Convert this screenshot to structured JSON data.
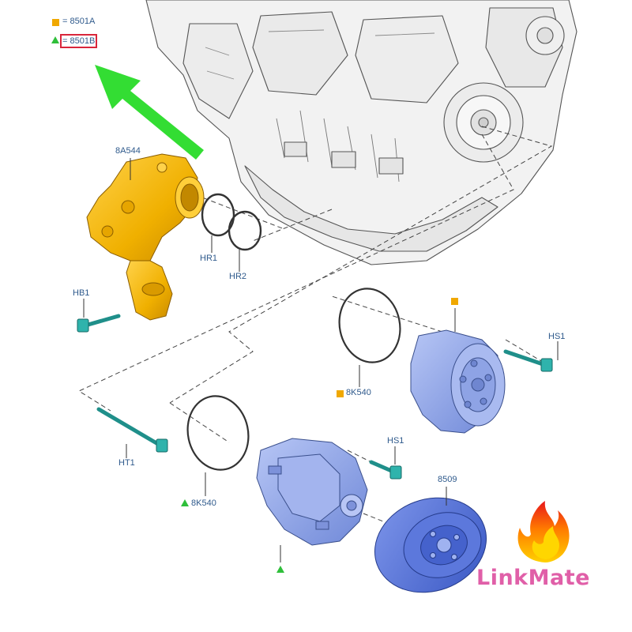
{
  "legend": {
    "square_part": "= 8501A",
    "triangle_part": "= 8501B"
  },
  "labels": {
    "housing": "8A544",
    "ring_1": "HR1",
    "ring_2": "HR2",
    "bolt_housing": "HB1",
    "bolt_pump_top": "HS1",
    "bolt_pump_bottom": "HS1",
    "stud": "HT1",
    "gasket_top": "8K540",
    "gasket_bottom": "8K540",
    "pulley": "8509"
  },
  "brand": {
    "name": "LinkMate",
    "logo_icon": "flame-icon"
  },
  "colors": {
    "housing": "#f0b400",
    "pump": "#8fa6e8",
    "pulley": "#4f6fd8",
    "engine": "#f2f2f2",
    "label": "#2f5a8c",
    "arrow": "#33dd33",
    "square_marker": "#f0a800",
    "triangle_marker": "#2fbf3a",
    "brand": "#e05fa8"
  }
}
